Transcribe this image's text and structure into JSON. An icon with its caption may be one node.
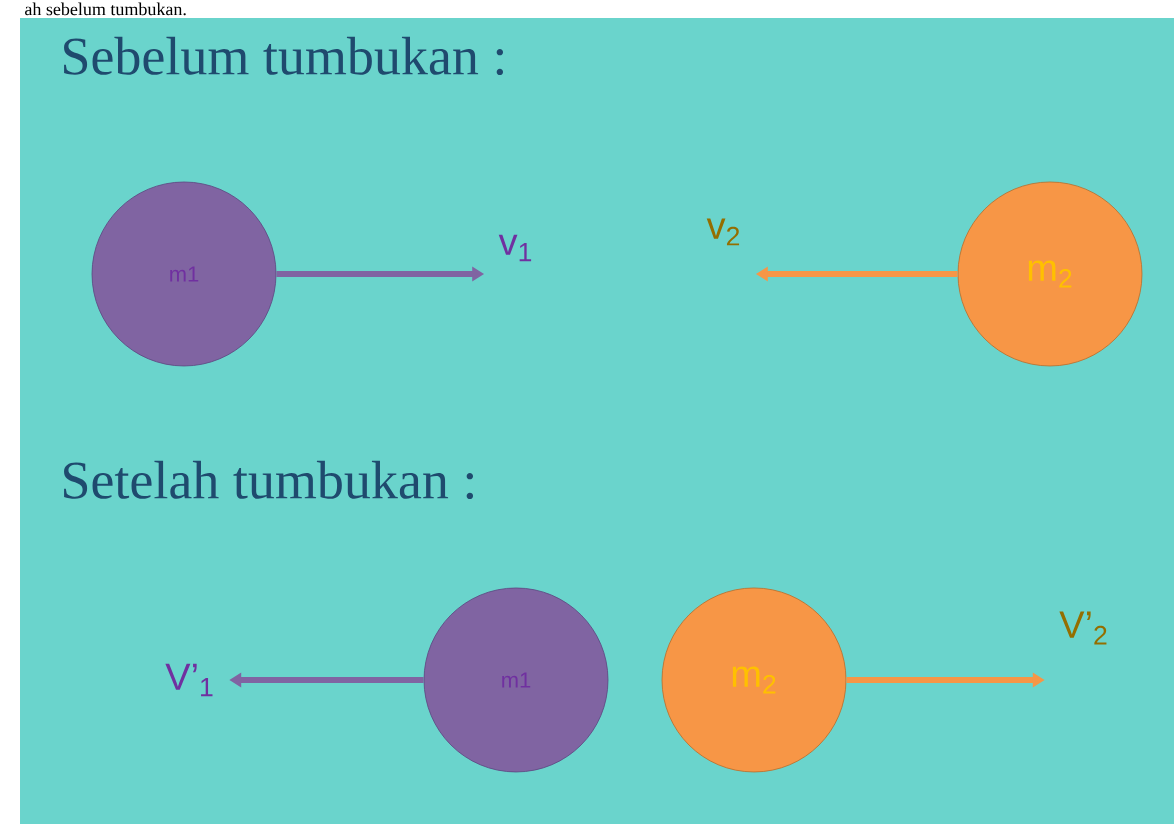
{
  "diagram": {
    "nodes": [
      {
        "text": [
          "m1"
        ]
      },
      {
        "text": [
          "v$_{1}$"
        ]
      },
      {
        "text": [
          "v$_{2}$"
        ]
      },
      {
        "text": [
          "m$_{2}$"
        ]
      },
      {
        "text": [
          "V’$_{1}$"
        ]
      },
      {
        "text": [
          "m1"
        ]
      },
      {
        "text": [
          "m$_{2}$"
        ]
      },
      {
        "text": [
          "V’$_{2}$"
        ]
      }
    ],
    "edges": [
      {
        "from": 0,
        "to": 1,
        "arrow": "to",
        "color": "#8064a2"
      },
      {
        "from": 3,
        "to": 2,
        "arrow": "to",
        "color": "#f79646"
      },
      {
        "from": 5,
        "to": 4,
        "arrow": "to",
        "color": "#8064a2"
      },
      {
        "from": 6,
        "to": 7,
        "arrow": "to",
        "color": "#f79646"
      }
    ],
    "labels": [
      "ah sebelum tumbukan.",
      "Sebelum tumbukan :",
      "Setelah tumbukan :"
    ]
  }
}
